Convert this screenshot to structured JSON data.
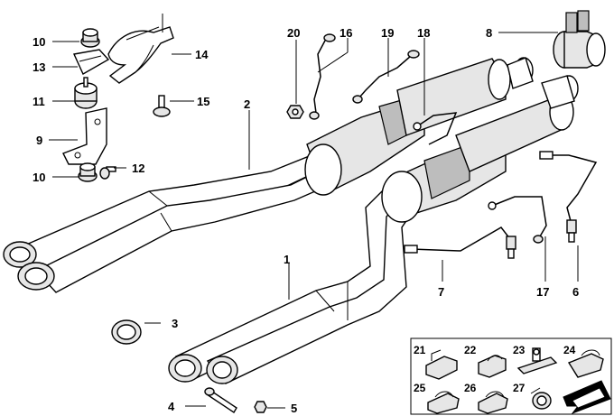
{
  "callouts": {
    "c1": "1",
    "c2": "2",
    "c3": "3",
    "c4": "4",
    "c5": "5",
    "c6": "6",
    "c7": "7",
    "c8": "8",
    "c9": "9",
    "c10a": "10",
    "c10b": "10",
    "c11": "11",
    "c12": "12",
    "c13": "13",
    "c14": "14",
    "c15": "15",
    "c16": "16",
    "c17": "17",
    "c18": "18",
    "c19": "19",
    "c20": "20"
  },
  "inset": {
    "c21": "21",
    "c22": "22",
    "c23": "23",
    "c24": "24",
    "c25": "25",
    "c26": "26",
    "c27": "27"
  },
  "colors": {
    "line": "#000000",
    "fill": "#ffffff",
    "shade": "#e6e6e6"
  }
}
